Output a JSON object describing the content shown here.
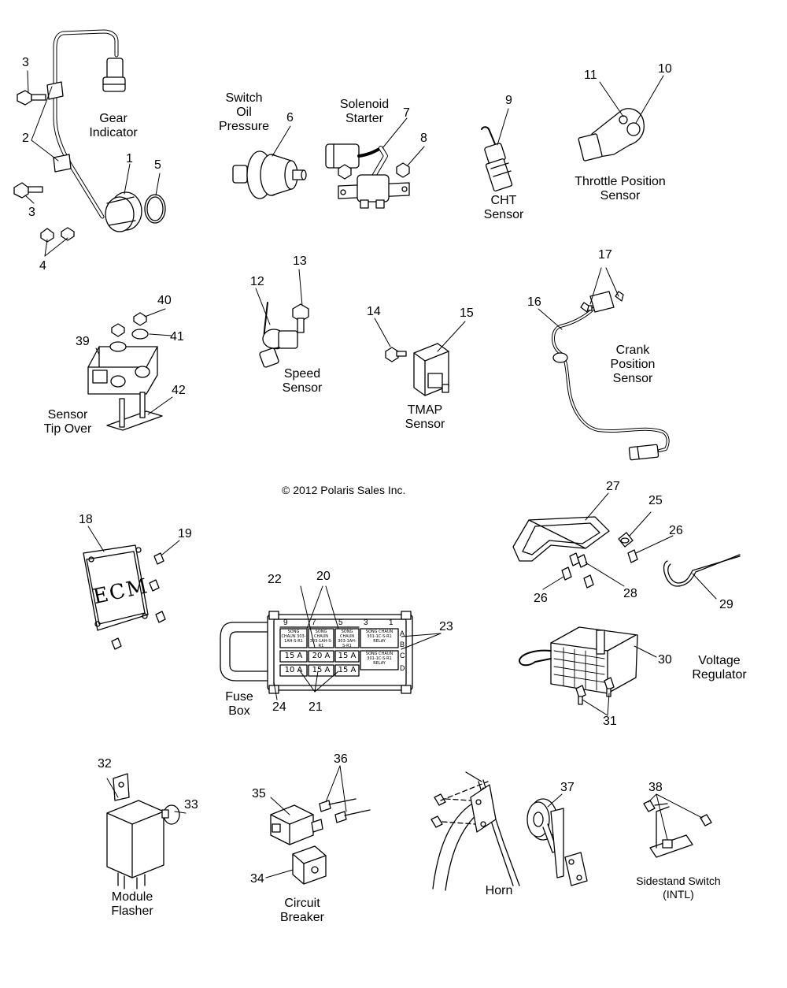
{
  "copyright": "© 2012 Polaris Sales Inc.",
  "component_labels": {
    "gear_indicator": [
      "Gear",
      "Indicator"
    ],
    "switch_oil_pressure": [
      "Switch",
      "Oil",
      "Pressure"
    ],
    "solenoid_starter": [
      "Solenoid",
      "Starter"
    ],
    "cht_sensor": [
      "CHT",
      "Sensor"
    ],
    "throttle_position_sensor": [
      "Throttle Position",
      "Sensor"
    ],
    "sensor_tip_over": [
      "Sensor",
      "Tip Over"
    ],
    "speed_sensor": [
      "Speed",
      "Sensor"
    ],
    "tmap_sensor": [
      "TMAP",
      "Sensor"
    ],
    "crank_position_sensor": [
      "Crank",
      "Position",
      "Sensor"
    ],
    "fuse_box": [
      "Fuse",
      "Box"
    ],
    "voltage_regulator": [
      "Voltage",
      "Regulator"
    ],
    "module_flasher": [
      "Module",
      "Flasher"
    ],
    "circuit_breaker": [
      "Circuit",
      "Breaker"
    ],
    "horn": [
      "Horn"
    ],
    "sidestand_switch": [
      "Sidestand Switch",
      "(INTL)"
    ]
  },
  "ecm_text": "ECM",
  "callouts": [
    {
      "n": "1"
    },
    {
      "n": "2"
    },
    {
      "n": "3"
    },
    {
      "n": "3"
    },
    {
      "n": "4"
    },
    {
      "n": "5"
    },
    {
      "n": "6"
    },
    {
      "n": "7"
    },
    {
      "n": "8"
    },
    {
      "n": "9"
    },
    {
      "n": "10"
    },
    {
      "n": "11"
    },
    {
      "n": "12"
    },
    {
      "n": "13"
    },
    {
      "n": "14"
    },
    {
      "n": "15"
    },
    {
      "n": "16"
    },
    {
      "n": "17"
    },
    {
      "n": "18"
    },
    {
      "n": "19"
    },
    {
      "n": "20"
    },
    {
      "n": "21"
    },
    {
      "n": "22"
    },
    {
      "n": "23"
    },
    {
      "n": "24"
    },
    {
      "n": "25"
    },
    {
      "n": "26"
    },
    {
      "n": "26"
    },
    {
      "n": "27"
    },
    {
      "n": "28"
    },
    {
      "n": "29"
    },
    {
      "n": "30"
    },
    {
      "n": "31"
    },
    {
      "n": "32"
    },
    {
      "n": "33"
    },
    {
      "n": "34"
    },
    {
      "n": "35"
    },
    {
      "n": "36"
    },
    {
      "n": "37"
    },
    {
      "n": "38"
    },
    {
      "n": "39"
    },
    {
      "n": "40"
    },
    {
      "n": "41"
    },
    {
      "n": "42"
    }
  ],
  "fuse_box": {
    "column_letters": [
      "9",
      "7",
      "5",
      "3",
      "1"
    ],
    "row_letters": [
      "A",
      "B",
      "C",
      "D"
    ],
    "cells": [
      [
        "SONG CHAUN 303-1AH-S-R1",
        "SONG CHAUN 303-1AH-S-R1",
        "SONG CHAUN 303-1AH-S-R1",
        "SONG CHAUN 301-1C-S-R1 RELAY"
      ],
      [
        "15 A",
        "20 A",
        "15 A",
        "SONG CHAUN 301-1C-S-R1 RELAY"
      ],
      [
        "10 A",
        "15 A",
        "15 A",
        ""
      ]
    ]
  }
}
